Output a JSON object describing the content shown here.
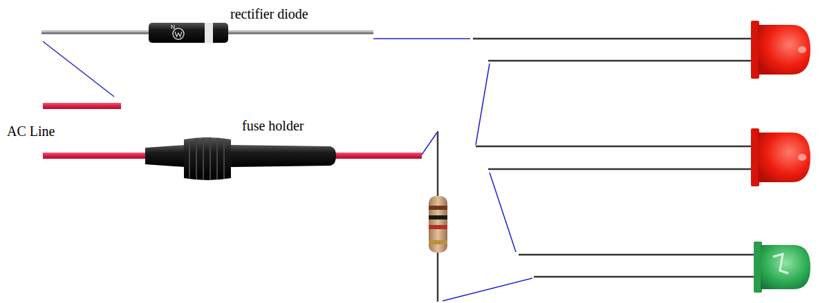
{
  "diagram": {
    "labels": [
      "rectifier diode",
      "AC Line",
      "fuse holder"
    ]
  }
}
